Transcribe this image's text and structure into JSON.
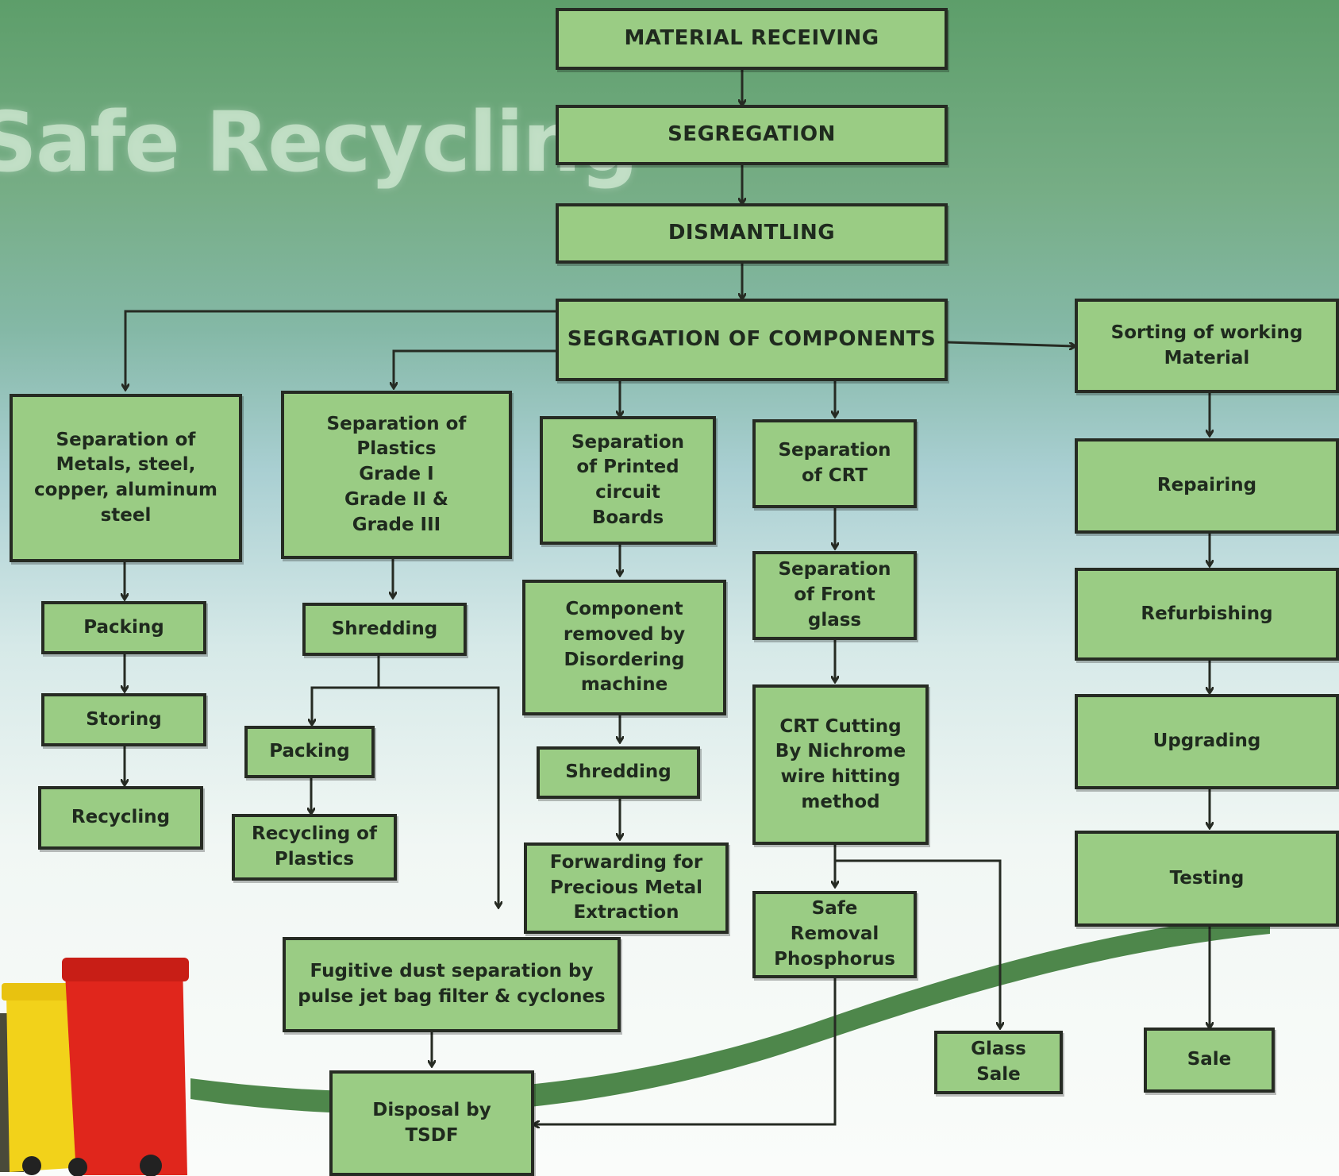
{
  "title": "Safe Recycling",
  "colors": {
    "box_fill": "#9acc84",
    "box_border": "#262b23",
    "wave": "#3f7d3c",
    "arrow": "#262b23"
  },
  "steps": {
    "material_receiving": "MATERIAL RECEIVING",
    "segregation": "SEGREGATION",
    "dismantling": "DISMANTLING",
    "segregation_of_components": "SEGRGATION  OF COMPONENTS",
    "sorting_working_material": "Sorting of working\nMaterial",
    "repairing": "Repairing",
    "refurbishing": "Refurbishing",
    "upgrading": "Upgrading",
    "testing": "Testing",
    "sale": "Sale",
    "separation_metals": "Separation of\nMetals, steel,\ncopper, aluminum\nsteel",
    "metals_packing": "Packing",
    "metals_storing": "Storing",
    "metals_recycling": "Recycling",
    "separation_plastics": "Separation of\nPlastics\nGrade I\nGrade II &\nGrade III",
    "plastics_shredding": "Shredding",
    "plastics_packing": "Packing",
    "recycling_of_plastics": "Recycling of\nPlastics",
    "separation_pcb": "Separation\nof Printed\ncircuit\nBoards",
    "component_removed": "Component\nremoved by\nDisordering\nmachine",
    "pcb_shredding": "Shredding",
    "forwarding_precious_metal": "Forwarding for\nPrecious Metal\nExtraction",
    "fugitive_dust": "Fugitive dust separation by\npulse jet bag filter & cyclones",
    "disposal_tsdf": "Disposal by\nTSDF",
    "separation_crt": "Separation\nof CRT",
    "separation_front_glass": "Separation\nof Front\nglass",
    "crt_cutting": "CRT Cutting\nBy Nichrome\nwire hitting\nmethod",
    "safe_removal_phosphorus": "Safe\nRemoval\nPhosphorus",
    "glass_sale": "Glass\nSale"
  }
}
